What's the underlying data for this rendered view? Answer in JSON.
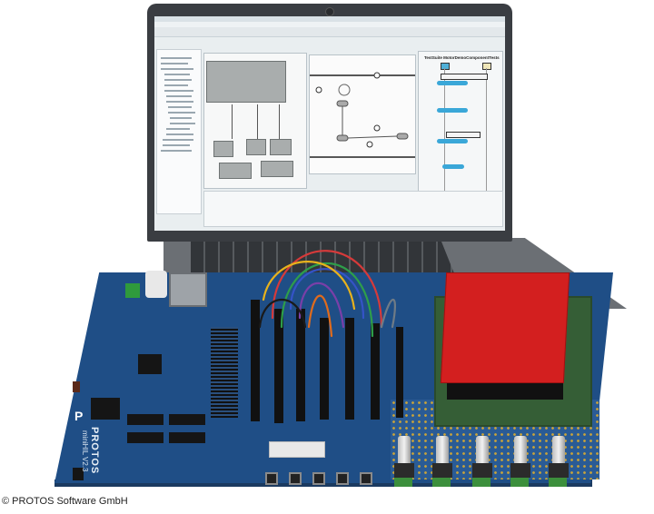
{
  "scene": {
    "description": "Laptop running an Eclipse-based modeling IDE (eTrice) next to a blue PROTOS miniHIL V2.3 hardware-in-the-loop board with jumper wires, a red Arduino-style shield on a green carrier, and five rotary potentiometers.",
    "caption": "© PROTOS Software GmbH"
  },
  "laptop": {
    "screen": {
      "editors": [
        {
          "name": "component-diagram",
          "description": "Structure diagram with one large actor box and several smaller sub-actor boxes with ports"
        },
        {
          "name": "state-machine",
          "description": "State machine diagram with states, transitions and choice points"
        },
        {
          "name": "sequence-diagram",
          "title": "TestSuite MotorDemoComponentTests"
        }
      ],
      "panels": [
        "project-explorer",
        "console"
      ]
    }
  },
  "board": {
    "brand": "PROTOS",
    "model": "miniHIL V2.3",
    "logo": "P",
    "wire_colors": [
      "#d63a3a",
      "#2e9e4a",
      "#3553c7",
      "#e8b21c",
      "#7a3fa8",
      "#e06b1c",
      "#6f7b86",
      "#1a1a1a"
    ],
    "potentiometer_count": 5,
    "button_count": 5,
    "shield_color": "#d31f1f"
  }
}
